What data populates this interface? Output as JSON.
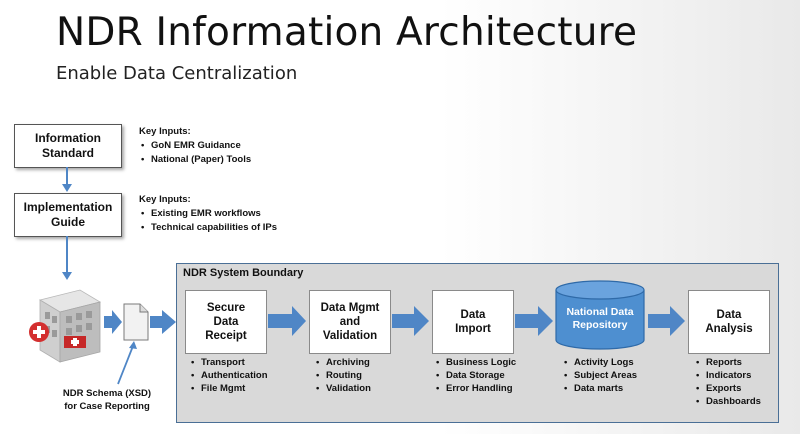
{
  "header": {
    "title": "NDR Information Architecture",
    "subtitle": "Enable Data Centralization"
  },
  "standard_box": {
    "line1": "Information",
    "line2": "Standard",
    "key_inputs_heading": "Key Inputs:",
    "key_inputs": [
      "GoN EMR Guidance",
      "National (Paper) Tools"
    ]
  },
  "guide_box": {
    "line1": "Implementation",
    "line2": "Guide",
    "key_inputs_heading": "Key Inputs:",
    "key_inputs": [
      "Existing EMR workflows",
      "Technical capabilities of IPs"
    ]
  },
  "boundary": {
    "label": "NDR System Boundary"
  },
  "stages": [
    {
      "lines": [
        "Secure",
        "Data",
        "Receipt"
      ],
      "bullets": [
        "Transport",
        "Authentication",
        "File Mgmt"
      ]
    },
    {
      "lines": [
        "Data Mgmt",
        "and",
        "Validation"
      ],
      "bullets": [
        "Archiving",
        "Routing",
        "Validation"
      ]
    },
    {
      "lines": [
        "Data",
        "Import"
      ],
      "bullets": [
        "Business Logic",
        "Data Storage",
        "Error Handling"
      ]
    },
    {
      "lines": [
        "National Data",
        "Repository"
      ],
      "bullets": [
        "Activity Logs",
        "Subject Areas",
        "Data marts"
      ]
    },
    {
      "lines": [
        "Data",
        "Analysis"
      ],
      "bullets": [
        "Reports",
        "Indicators",
        "Exports",
        "Dashboards"
      ]
    }
  ],
  "schema": {
    "line1": "NDR Schema (XSD)",
    "line2": "for Case Reporting"
  },
  "icons": [
    "hospital-building-icon",
    "document-icon"
  ],
  "colors": {
    "arrow": "#4f86c6",
    "repository": "#4e8fd0",
    "boundary_fill": "#d9d9d9",
    "boundary_border": "#4a6f96"
  }
}
